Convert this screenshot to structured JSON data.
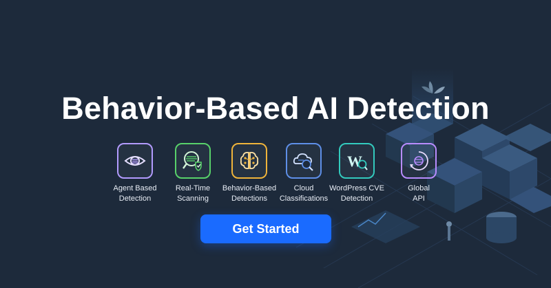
{
  "hero": {
    "headline": "Behavior-Based AI Detection",
    "cta_label": "Get Started"
  },
  "features": [
    {
      "icon": "eye-icon",
      "line1": "Agent Based",
      "line2": "Detection",
      "color": "#b39bff"
    },
    {
      "icon": "scan-shield-icon",
      "line1": "Real-Time",
      "line2": "Scanning",
      "color": "#58d26a"
    },
    {
      "icon": "brain-icon",
      "line1": "Behavior-Based",
      "line2": "Detections",
      "color": "#f0b43a"
    },
    {
      "icon": "cloud-magnifier-icon",
      "line1": "Cloud",
      "line2": "Classifications",
      "color": "#5e8fe8"
    },
    {
      "icon": "wordpress-cve-icon",
      "line1": "WordPress CVE",
      "line2": "Detection",
      "color": "#33cbbe"
    },
    {
      "icon": "global-api-icon",
      "line1": "Global",
      "line2": "API",
      "color": "#b98cff"
    }
  ],
  "colors": {
    "background": "#1d2a3b",
    "cta": "#1a6bff",
    "text": "#ffffff"
  }
}
